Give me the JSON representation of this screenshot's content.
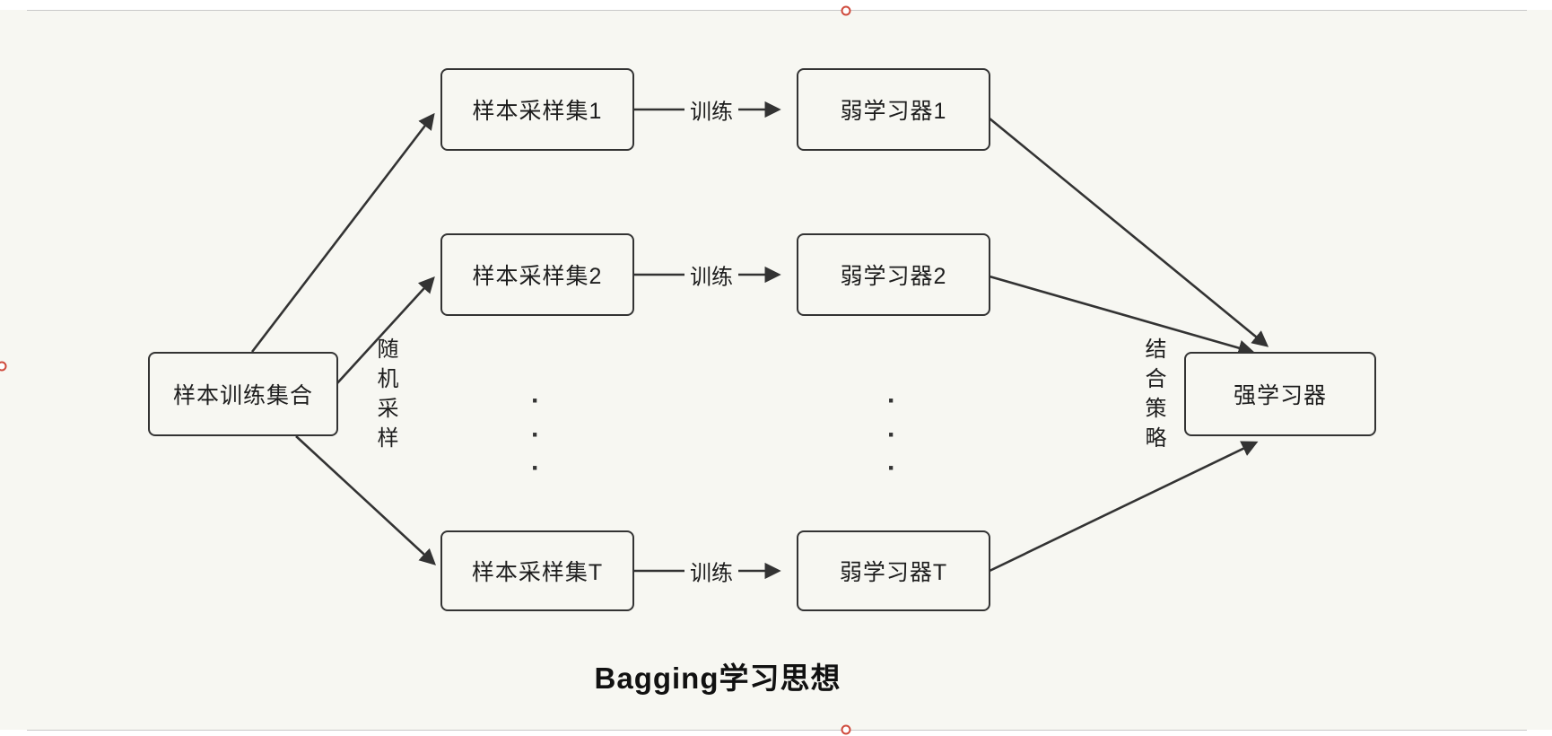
{
  "diagram": {
    "title": "Bagging学习思想",
    "nodes": {
      "training_set": "样本训练集合",
      "sample_set_1": "样本采样集1",
      "sample_set_2": "样本采样集2",
      "sample_set_t": "样本采样集T",
      "weak_learner_1": "弱学习器1",
      "weak_learner_2": "弱学习器2",
      "weak_learner_t": "弱学习器T",
      "strong_learner": "强学习器"
    },
    "edge_labels": {
      "random_sampling": "随机采样",
      "train_1": "训练",
      "train_2": "训练",
      "train_t": "训练",
      "combine_strategy": "结合策略"
    },
    "ellipsis_left": "·\n·\n·",
    "ellipsis_right": "·\n·\n·",
    "colors": {
      "line_stroke": "#333333",
      "canvas_background": "#f7f7f2",
      "selection_handle": "#cf4a3c"
    }
  }
}
